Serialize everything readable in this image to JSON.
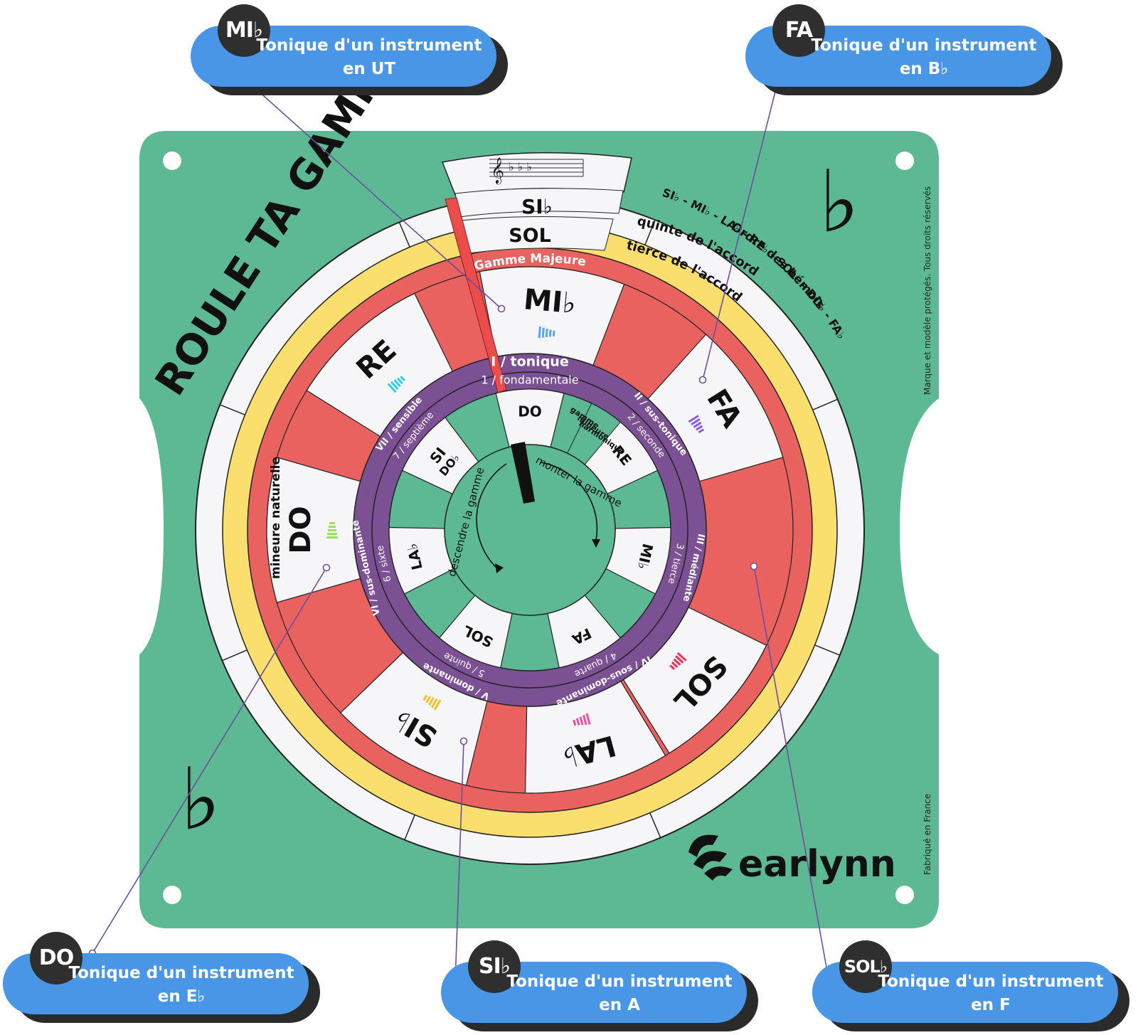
{
  "title": "ROULE TA GAMME",
  "staff_notes": "𝄞 ♭♭♭",
  "outer_ring": {
    "top": "SI♭",
    "second": "SOL",
    "mode_label": "Gamme Majeure"
  },
  "right_side": {
    "order_label": "Ordre des bémols",
    "order": "SI♭ - MI♭ - LA♭ - RE♭ - SOL♭ - DO♭ - FA♭",
    "quinte": "quinte de l'accord",
    "tierce": "tierce de l'accord"
  },
  "major_notes": [
    "MI♭",
    "FA",
    "SOL",
    "LA♭",
    "SI♭",
    "DO",
    "RE"
  ],
  "left_label": "mineure naturelle",
  "degrees": [
    {
      "roman": "I / tonique",
      "interval": "1 / fondamentale"
    },
    {
      "roman": "II / sus-tonique",
      "interval": "2 / seconde"
    },
    {
      "roman": "III / médiante",
      "interval": "3 / tierce"
    },
    {
      "roman": "IV / sous-dominante",
      "interval": "4 / quarte"
    },
    {
      "roman": "V / dominante",
      "interval": "5 / quinte"
    },
    {
      "roman": "VI / sus-dominante",
      "interval": "6 / sixte"
    },
    {
      "roman": "VII / sensible",
      "interval": "7 / septième"
    }
  ],
  "inner_notes": [
    "DO",
    "RE",
    "MI♭",
    "FA",
    "SOL",
    "LA♭",
    "SI"
  ],
  "inner_si_sub": "DO♭",
  "harmonic_label": [
    "gamme",
    "mineure",
    "harmonique"
  ],
  "center": {
    "up": "monter la gamme",
    "down": "descendre la gamme"
  },
  "flat_symbol": "♭",
  "brand": "earlynn",
  "side_text_right": "Marque et modèle protégés. Tous droits réservés",
  "side_text_bottom": "Fabriqué en France",
  "callouts": [
    {
      "badge": "MI♭",
      "line1": "Tonique d'un instrument",
      "line2": "en UT"
    },
    {
      "badge": "FA",
      "line1": "Tonique d'un instrument",
      "line2": "en B♭"
    },
    {
      "badge": "DO",
      "line1": "Tonique d'un instrument",
      "line2": "en E♭"
    },
    {
      "badge": "SI♭",
      "line1": "Tonique d'un instrument",
      "line2": "en A"
    },
    {
      "badge": "SOL♭",
      "line1": "Tonique d'un instrument",
      "line2": "en F"
    }
  ],
  "colors": {
    "board": "#5cb994",
    "red": "#ea625f",
    "yellow": "#fbdf6e",
    "white": "#f6f6f8",
    "purple": "#7b5194",
    "callout": "#4a96e6",
    "badge": "#2f2f2f",
    "line": "#6e4f9c"
  }
}
